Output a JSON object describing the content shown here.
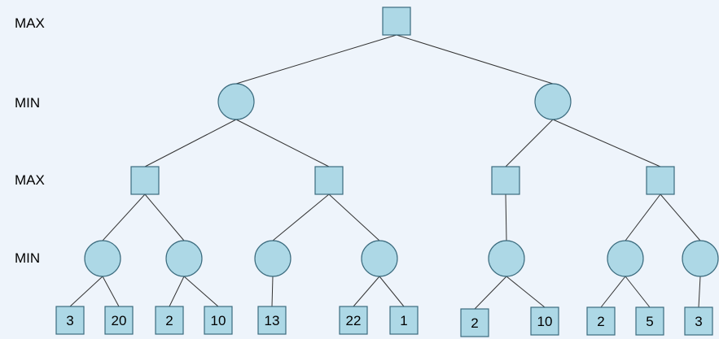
{
  "colors": {
    "background": "#eef4fb",
    "node_fill": "#add8e6",
    "node_stroke": "#3b6b7e",
    "edge": "#333333",
    "text": "#000000"
  },
  "levels": [
    {
      "id": "level-0",
      "label": "MAX",
      "node_shape": "square"
    },
    {
      "id": "level-1",
      "label": "MIN",
      "node_shape": "circle"
    },
    {
      "id": "level-2",
      "label": "MAX",
      "node_shape": "square"
    },
    {
      "id": "level-3",
      "label": "MIN",
      "node_shape": "circle"
    },
    {
      "id": "leaves",
      "label": "",
      "node_shape": "square"
    }
  ],
  "tree": {
    "children": [
      {
        "children": [
          {
            "children": [
              {
                "children": [
                  {
                    "value": "3"
                  },
                  {
                    "value": "20"
                  }
                ]
              },
              {
                "children": [
                  {
                    "value": "2"
                  },
                  {
                    "value": "10"
                  }
                ]
              }
            ]
          },
          {
            "children": [
              {
                "children": [
                  {
                    "value": "13"
                  }
                ]
              },
              {
                "children": [
                  {
                    "value": "22"
                  },
                  {
                    "value": "1"
                  }
                ]
              }
            ]
          }
        ]
      },
      {
        "children": [
          {
            "children": [
              {
                "children": [
                  {
                    "value": "2"
                  },
                  {
                    "value": "10"
                  }
                ]
              }
            ]
          },
          {
            "children": [
              {
                "children": [
                  {
                    "value": "2"
                  },
                  {
                    "value": "5"
                  }
                ]
              },
              {
                "children": [
                  {
                    "value": "3"
                  }
                ]
              }
            ]
          }
        ]
      }
    ]
  }
}
